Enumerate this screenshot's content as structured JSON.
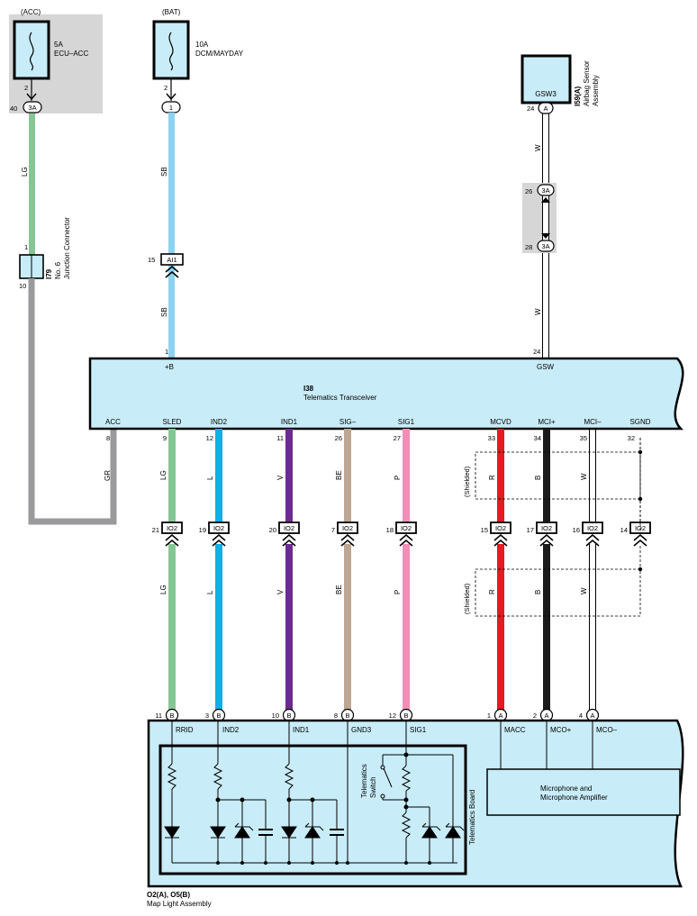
{
  "sources": {
    "acc": {
      "label": "(ACC)",
      "amp": "5A",
      "name": "ECU–ACC",
      "pin": "2"
    },
    "bat": {
      "label": "(BAT)",
      "amp": "10A",
      "name": "DCM/MAYDAY",
      "pin": "2"
    }
  },
  "connectors": {
    "acc_jc": {
      "pin": "40",
      "code": "3A"
    },
    "bat_jc": {
      "code": "1"
    },
    "ai1": {
      "pin": "15",
      "code": "AI1"
    },
    "j_top_pin": "1",
    "j_bot_pin": "10",
    "gsw_a": {
      "pin": "24",
      "code": "A"
    },
    "gsw_3a_top": {
      "pin": "26",
      "code": "3A"
    },
    "gsw_3a_bot": {
      "pin": "28",
      "code": "3A"
    }
  },
  "junction": {
    "code": "I79",
    "line1": "No. 6",
    "line2": "Junction Connector"
  },
  "airbag": {
    "terminal": "GSW3",
    "code": "I59(A)",
    "line1": "Airbag Sensor",
    "line2": "Assembly"
  },
  "wires": {
    "acc_in": "LG",
    "bat_in1": "SB",
    "bat_in2": "SB",
    "gsw1": "W",
    "gsw2": "W",
    "acc_out": "GR"
  },
  "transceiver": {
    "code": "I38",
    "name": "Telematics Transceiver",
    "plus_b": {
      "pin": "1",
      "label": "+B"
    },
    "gsw": {
      "pin": "24",
      "label": "GSW"
    },
    "acc": {
      "pin": "8",
      "label": "ACC"
    }
  },
  "channels": [
    {
      "term": "SLED",
      "pin_top": "9",
      "color_code": "LG",
      "io_pin": "21",
      "io_code": "IO2",
      "bot_pin": "11",
      "bot_code": "B",
      "color": "#86c695"
    },
    {
      "term": "IND2",
      "pin_top": "12",
      "color_code": "L",
      "io_pin": "19",
      "io_code": "IO2",
      "bot_pin": "3",
      "bot_code": "B",
      "color": "#13aee8"
    },
    {
      "term": "IND1",
      "pin_top": "11",
      "color_code": "V",
      "io_pin": "20",
      "io_code": "IO2",
      "bot_pin": "10",
      "bot_code": "B",
      "color": "#6d2b8f"
    },
    {
      "term": "SIG–",
      "pin_top": "26",
      "color_code": "BE",
      "io_pin": "7",
      "io_code": "IO2",
      "bot_pin": "8",
      "bot_code": "B",
      "color": "#bca793"
    },
    {
      "term": "SIG1",
      "pin_top": "27",
      "color_code": "P",
      "io_pin": "18",
      "io_code": "IO2",
      "bot_pin": "12",
      "bot_code": "B",
      "color": "#ef8fb8"
    },
    {
      "term": "MCVD",
      "pin_top": "33",
      "color_code": "R",
      "io_pin": "15",
      "io_code": "IO2",
      "bot_pin": "1",
      "bot_code": "A",
      "color": "#e31b24"
    },
    {
      "term": "MCI+",
      "pin_top": "34",
      "color_code": "B",
      "io_pin": "17",
      "io_code": "IO2",
      "bot_pin": "2",
      "bot_code": "A",
      "color": "#1a1a1a"
    },
    {
      "term": "MCI–",
      "pin_top": "35",
      "color_code": "W",
      "io_pin": "16",
      "io_code": "IO2",
      "bot_pin": "4",
      "bot_code": "A",
      "color": "#ffffff"
    },
    {
      "term": "SGND",
      "pin_top": "32",
      "color_code": "",
      "io_pin": "14",
      "io_code": "IO2",
      "bot_pin": "",
      "bot_code": "",
      "color": ""
    }
  ],
  "shielded": "(Shielded)",
  "map_light": {
    "code": "O2(A), O5(B)",
    "name": "Map Light Assembly",
    "terms": [
      "RRID",
      "IND2",
      "IND1",
      "GND3",
      "SIG1",
      "MACC",
      "MCO+",
      "MCO–"
    ],
    "board": "Telematics Board",
    "switch1": "Telematics",
    "switch2": "Switch",
    "mic1": "Microphone and",
    "mic2": "Microphone Amplifier"
  }
}
